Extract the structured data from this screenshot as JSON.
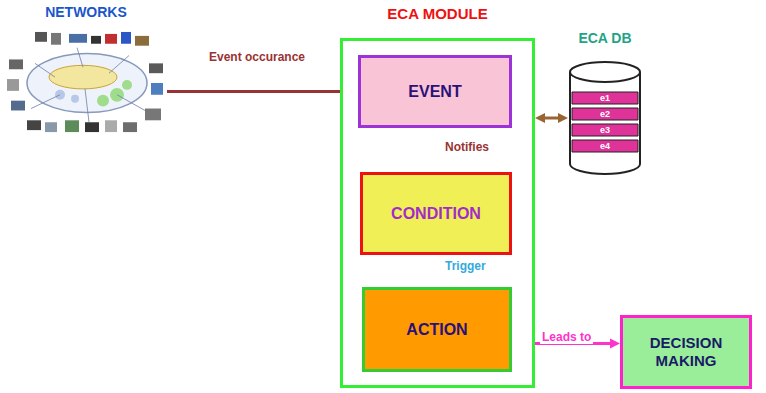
{
  "diagram": {
    "nodes": [
      {
        "text": [
          "NETWORKS"
        ]
      },
      {
        "text": [
          "ECA MODULE"
        ]
      },
      {
        "text": [
          "EVENT"
        ],
        "in": 1
      },
      {
        "text": [
          "CONDITION"
        ],
        "in": 1
      },
      {
        "text": [
          "ACTION"
        ],
        "in": 1
      },
      {
        "text": [
          "ECA DB",
          "e1",
          "e2",
          "e3",
          "e4"
        ]
      },
      {
        "text": [
          "DECISION MAKING"
        ]
      }
    ],
    "edges": [
      {
        "from": 0,
        "to": 2,
        "label": "Event occurance",
        "arrow": "to"
      },
      {
        "from": 2,
        "to": 3,
        "label": "Notifies",
        "arrow": "to"
      },
      {
        "from": 3,
        "to": 4,
        "label": "Trigger",
        "arrow": "to"
      },
      {
        "from": 1,
        "to": 5,
        "arrow": "both"
      },
      {
        "from": 4,
        "to": 6,
        "label": "Leads to",
        "arrow": "to"
      }
    ]
  }
}
